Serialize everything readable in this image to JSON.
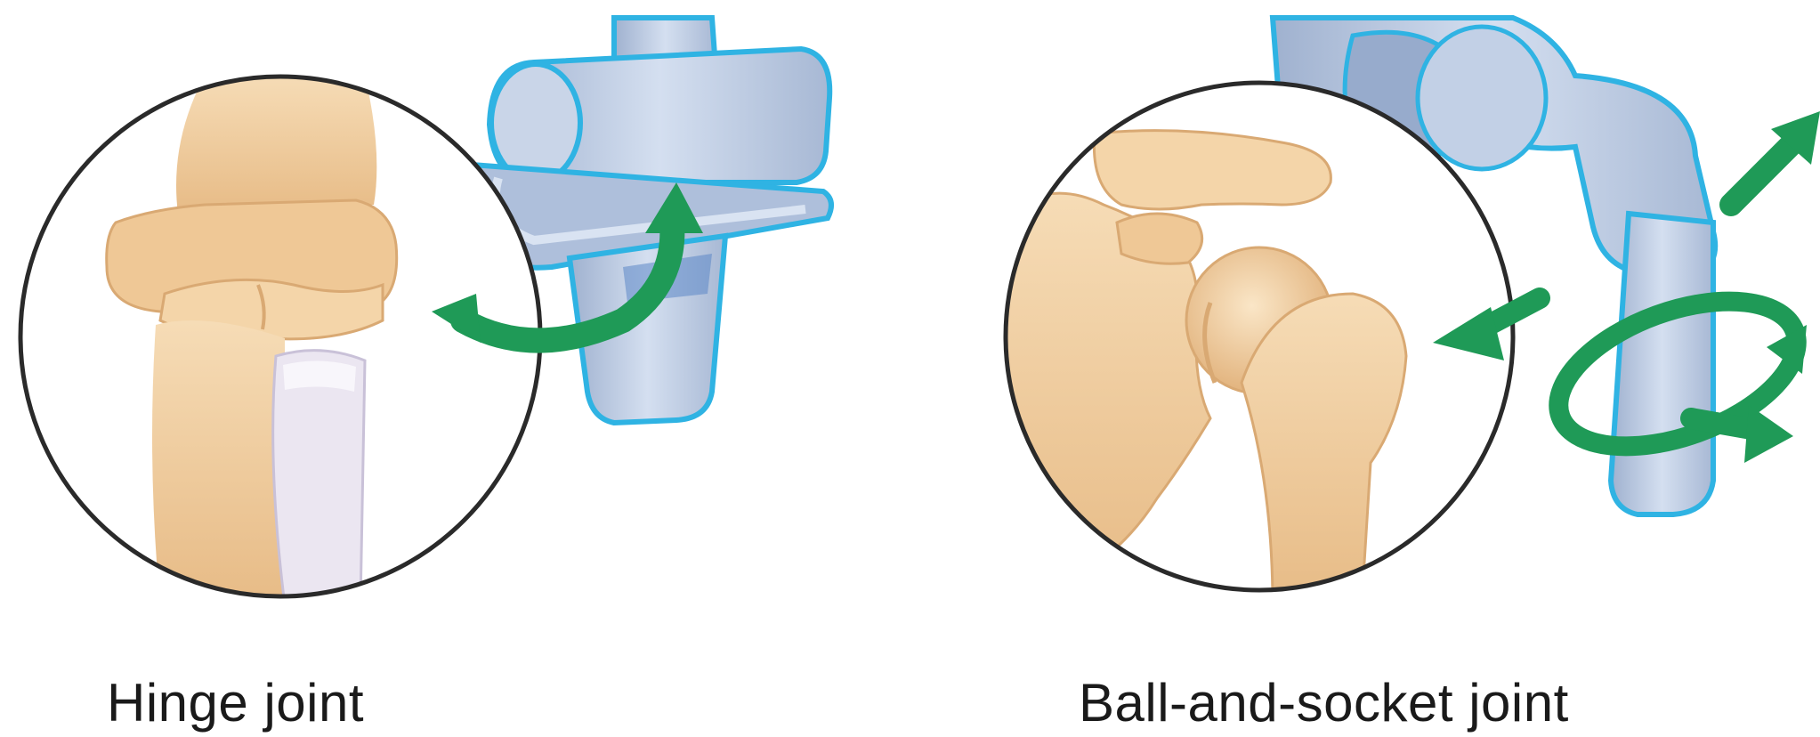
{
  "panels": [
    {
      "id": "hinge",
      "label": "Hinge joint"
    },
    {
      "id": "ball_and_socket",
      "label": "Ball-and-socket joint"
    }
  ],
  "colors": {
    "bone_beige": "#f0cfa3",
    "bone_shadow": "#d9a973",
    "bone_white": "#eeeaf2",
    "model_blue": "#b8c7de",
    "model_outline": "#2fb3e3",
    "arrow_green": "#1f9a57",
    "circle_outline": "#2a2a2a"
  },
  "icons": [
    "hinge-joint-illustration",
    "ball-and-socket-illustration",
    "motion-arrow-icon"
  ]
}
